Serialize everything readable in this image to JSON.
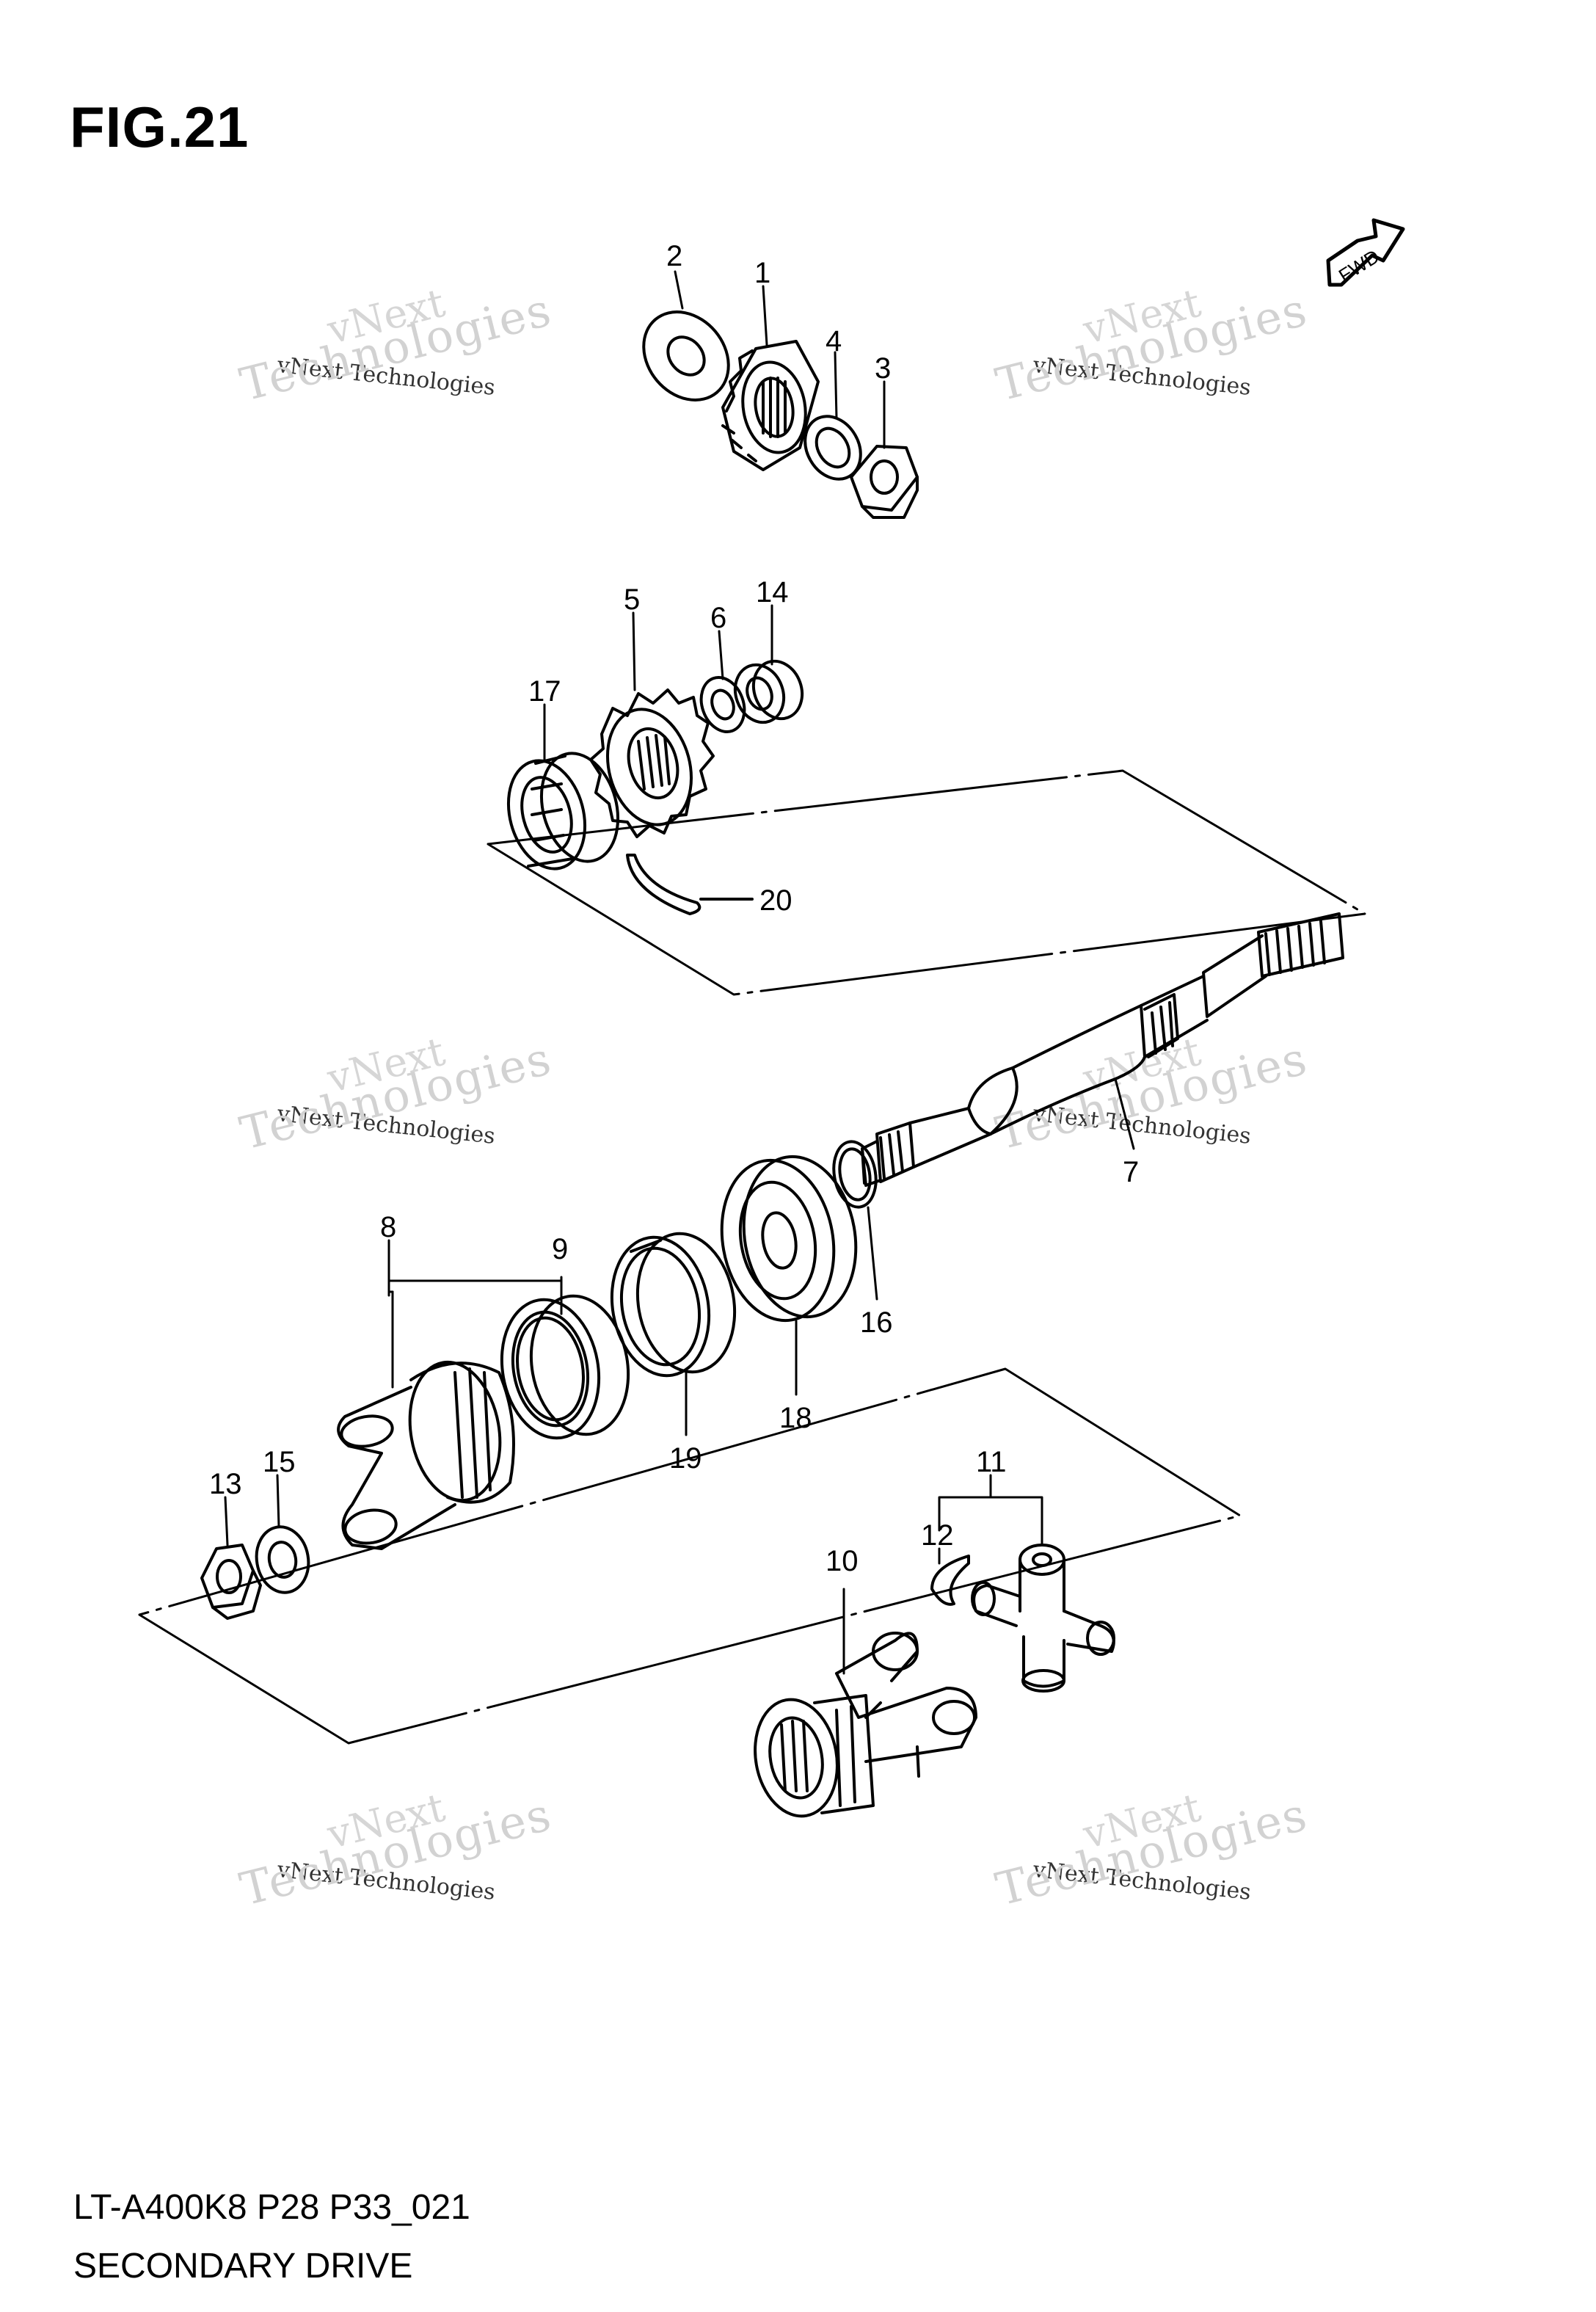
{
  "figure": {
    "title": "FIG.21",
    "model_code": "LT-A400K8 P28 P33_021",
    "section_title": "SECONDARY DRIVE",
    "fwd_label": "FWD"
  },
  "watermark": {
    "line1": "vNext",
    "line2": "vNext Technologies",
    "line3": "Technologies"
  },
  "callouts": [
    "1",
    "2",
    "3",
    "4",
    "5",
    "6",
    "7",
    "8",
    "9",
    "10",
    "11",
    "12",
    "13",
    "14",
    "15",
    "16",
    "17",
    "18",
    "19",
    "20"
  ]
}
